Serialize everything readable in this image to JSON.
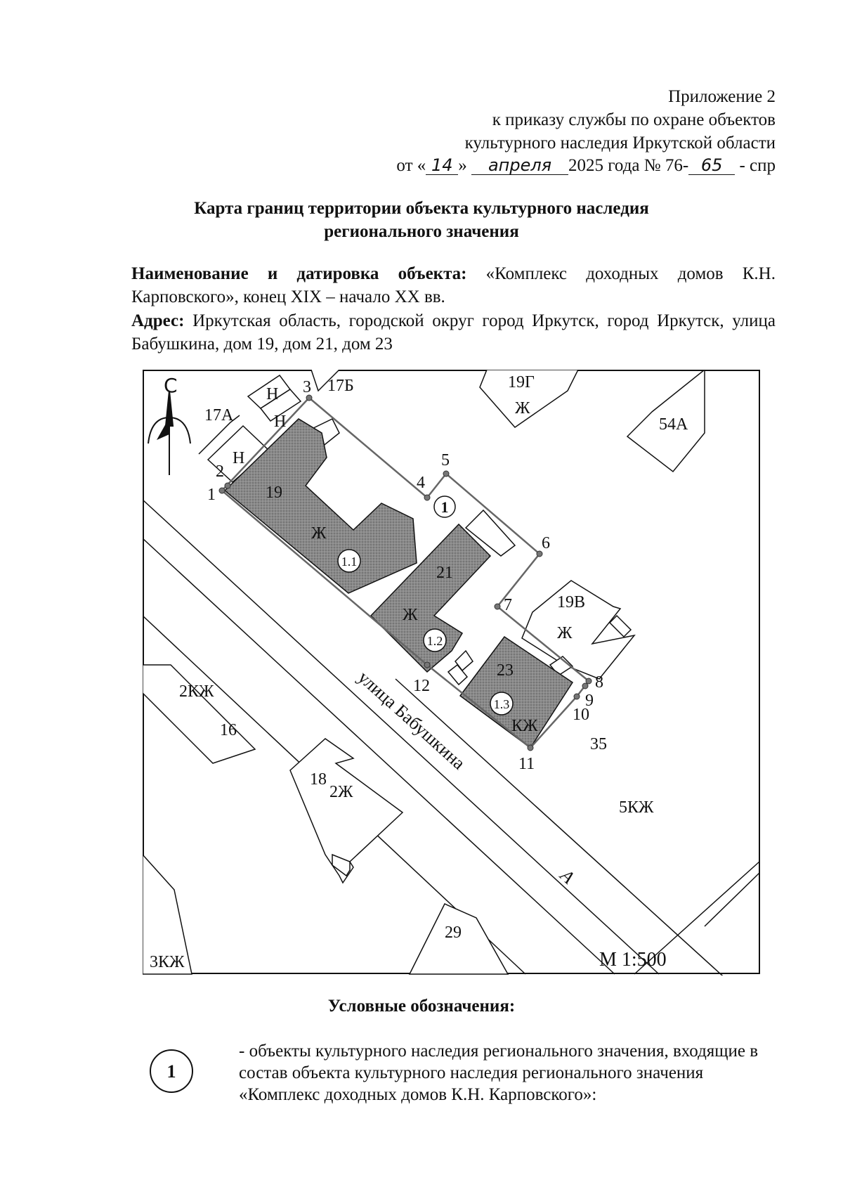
{
  "header": {
    "line1": "Приложение 2",
    "line2": "к приказу службы по охране объектов",
    "line3": "культурного наследия Иркутской области",
    "date_prefix": "от «",
    "day": "14",
    "date_mid": "»",
    "month": "апреля",
    "year_text": "2025 года № 76-",
    "number": "65",
    "suffix": "- спр"
  },
  "title": {
    "line1": "Карта границ территории объекта культурного наследия",
    "line2": "регионального значения"
  },
  "object": {
    "name_label": "Наименование и датировка объекта:",
    "name_value": "«Комплекс доходных домов К.Н. Карповского», конец XIX – начало XX вв.",
    "address_label": "Адрес:",
    "address_value": "Иркутская область, городской округ город Иркутск, город Иркутск, улица Бабушкина, дом 19, дом 21, дом 23"
  },
  "map": {
    "north": "С",
    "scale": "М 1:500",
    "street": "улица Бабушкина",
    "street_marker": "А",
    "territory_number": "1",
    "buildings": [
      {
        "id": "b-19",
        "label": "19",
        "type": "Ж",
        "object": "1.1"
      },
      {
        "id": "b-21",
        "label": "21",
        "type": "Ж",
        "object": "1.2"
      },
      {
        "id": "b-23",
        "label": "23",
        "type": "КЖ",
        "object": "1.3"
      }
    ],
    "other_labels": [
      "17Б",
      "17А",
      "Н",
      "Н",
      "Н",
      "19Г",
      "Ж",
      "54А",
      "19В",
      "Ж",
      "2КЖ",
      "16",
      "18",
      "2Ж",
      "3КЖ",
      "29",
      "35",
      "5КЖ"
    ],
    "points": [
      "1",
      "2",
      "3",
      "4",
      "5",
      "6",
      "7",
      "8",
      "9",
      "10",
      "11",
      "12"
    ]
  },
  "legend": {
    "title": "Условные обозначения:",
    "symbol": "1",
    "text": "- объекты культурного наследия регионального значения, входящие в состав объекта культурного наследия регионального значения «Комплекс доходных домов К.Н. Карповского»:"
  }
}
